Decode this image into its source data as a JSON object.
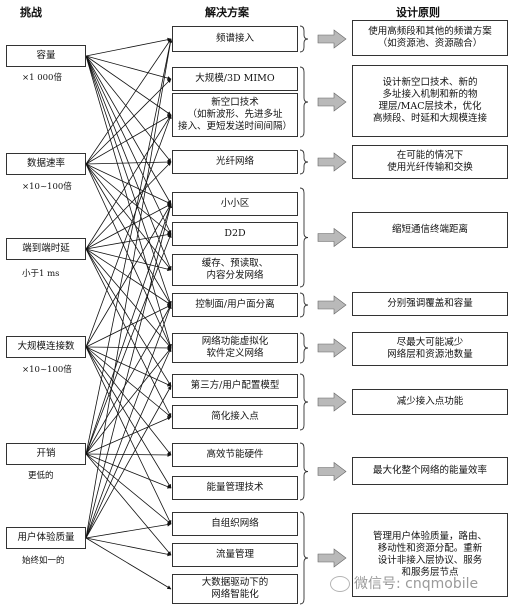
{
  "headers": {
    "challenges": "挑战",
    "solutions": "解决方案",
    "principles": "设计原则"
  },
  "challenges": [
    {
      "label": "容量",
      "sub": "×1 000倍"
    },
    {
      "label": "数据速率",
      "sub": "×10~100倍"
    },
    {
      "label": "端到端时延",
      "sub": "小于1 ms"
    },
    {
      "label": "大规模连接数",
      "sub": "×10~100倍"
    },
    {
      "label": "开销",
      "sub": "更低的"
    },
    {
      "label": "用户体验质量",
      "sub": "始终如一的"
    }
  ],
  "solutions": [
    "频谱接入",
    "大规模/3D MIMO",
    "新空口技术\n（如新波形、先进多址\n接入、更短发送时间间隔）",
    "光纤网络",
    "小小区",
    "D2D",
    "缓存、预读取、\n内容分发网络",
    "控制面/用户面分离",
    "网络功能虚拟化\n软件定义网络",
    "第三方/用户配置模型",
    "简化接入点",
    "高效节能硬件",
    "能量管理技术",
    "自组织网络",
    "流量管理",
    "大数据驱动下的\n网络智能化"
  ],
  "principles": [
    "使用高频段和其他的频谱方案\n（如资源池、资源融合）",
    "设计新空口技术、新的\n多址接入机制和新的物\n理层/MAC层技术，优化\n高频段、时延和大规模连接",
    "在可能的情况下\n使用光纤传输和交换",
    "缩短通信终端距离",
    "分别强调覆盖和容量",
    "尽最大可能减少\n网络层和资源池数量",
    "减少接入点功能",
    "最大化整个网络的能量效率",
    "管理用户体验质量，路由、\n移动性和资源分配。重新\n设计非接入层协议、服务\n和服务层节点"
  ],
  "watermark": "微信号: cnqmobile"
}
